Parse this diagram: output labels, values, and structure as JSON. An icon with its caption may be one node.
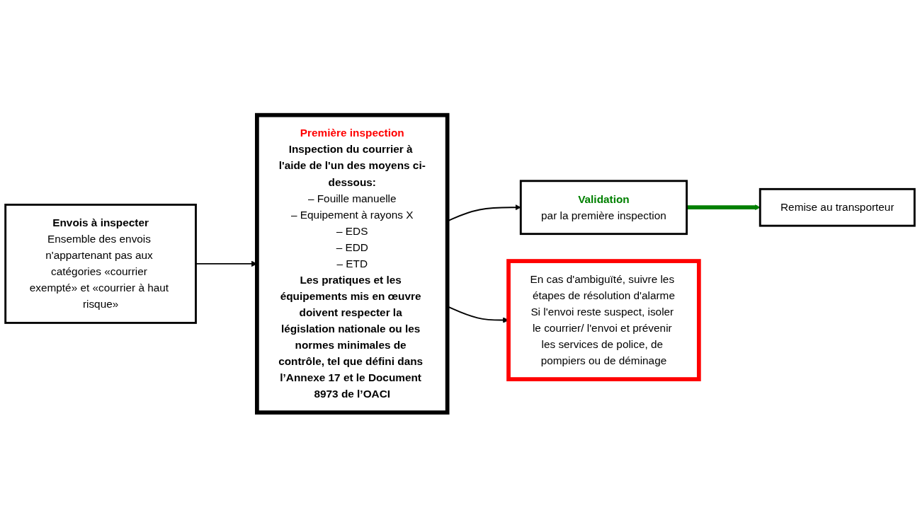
{
  "diagram": {
    "nodes": [
      {
        "text": [
          "Envois à inspecter",
          "Ensemble des envois n'appartenant pas aux catégories «courrier exempté» et «courrier à haut risque»"
        ]
      },
      {
        "text": [
          "Première inspection",
          "Inspection du courrier à l'aide de l'un des moyens ci-dessous:",
          "– Fouille manuelle",
          "– Equipement à rayons X",
          "– EDS",
          "– EDD",
          "– ETD",
          "Les pratiques et les équipements mis en œuvre doivent respecter la législation nationale ou les normes minimales de contrôle, tel que défini dans l’Annexe 17 et le Document 8973 de l’OACI"
        ]
      },
      {
        "text": [
          "Validation",
          "par la première inspection"
        ]
      },
      {
        "text": [
          "Remise au transporteur"
        ]
      },
      {
        "text": [
          "En cas d'ambiguïté, suivre les étapes de résolution d'alarme",
          "Si l'envoi reste suspect, isoler le courrier/ l'envoi et prévenir les services de police, de pompiers ou de déminage"
        ]
      }
    ],
    "edges": [
      {
        "from": 0,
        "to": 1,
        "arrow": "to"
      },
      {
        "from": 1,
        "to": 2,
        "arrow": "to"
      },
      {
        "from": 2,
        "to": 3,
        "arrow": "to",
        "style": "thick",
        "color": "#008000"
      },
      {
        "from": 1,
        "to": 4,
        "arrow": "to"
      }
    ]
  }
}
